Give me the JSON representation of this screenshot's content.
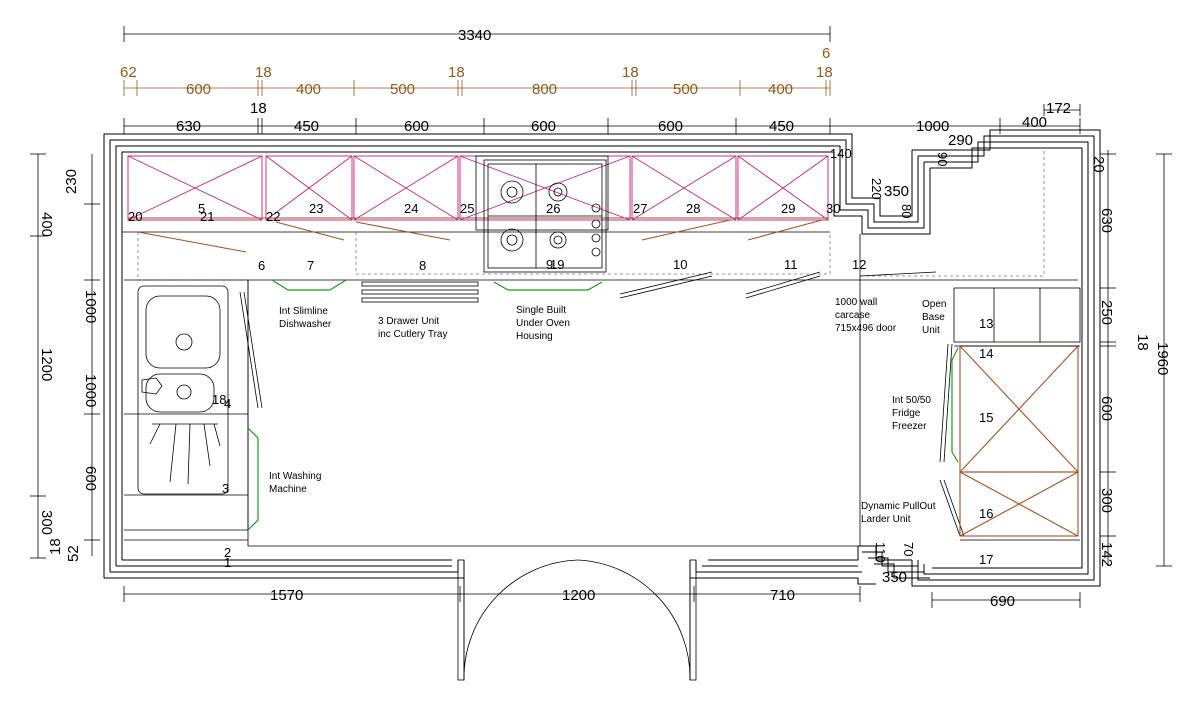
{
  "dimensions": {
    "top_overall": "3340",
    "top_small": "6",
    "cabinet_row": [
      "62",
      "600",
      "18",
      "400",
      "500",
      "18",
      "800",
      "18",
      "500",
      "400",
      "18"
    ],
    "top_18": "18",
    "top_row": [
      "630",
      "450",
      "600",
      "600",
      "600",
      "450",
      "1000"
    ],
    "top_right": [
      "172",
      "400",
      "290"
    ],
    "corner_small": [
      "140",
      "220",
      "350",
      "80",
      "90"
    ],
    "left_side": [
      "230",
      "400",
      "1000",
      "1200",
      "1000",
      "600",
      "300",
      "18",
      "52"
    ],
    "right_side": [
      "20",
      "630",
      "250",
      "18",
      "1960",
      "600",
      "300",
      "142"
    ],
    "bottom": [
      "1570",
      "1200",
      "710",
      "350",
      "690"
    ],
    "bottom_small": [
      "110",
      "70"
    ]
  },
  "unit_numbers": [
    "1",
    "2",
    "3",
    "4",
    "5",
    "6",
    "7",
    "8",
    "9",
    "10",
    "11",
    "12",
    "13",
    "14",
    "15",
    "16",
    "17",
    "18",
    "19",
    "20",
    "21",
    "22",
    "23",
    "24",
    "25",
    "26",
    "27",
    "28",
    "29",
    "30"
  ],
  "labels": {
    "dishwasher": [
      "Int Slimline",
      "Dishwasher"
    ],
    "drawer": [
      "3 Drawer Unit",
      "inc Cutlery  Tray"
    ],
    "oven": [
      "Single Built",
      "Under Oven",
      "Housing"
    ],
    "wall_carcase": [
      "1000 wall",
      "carcase",
      "715x496 door"
    ],
    "open_base": [
      "Open",
      "Base",
      "Unit"
    ],
    "washing": [
      "Int Washing",
      "Machine"
    ],
    "fridge": [
      "Int 50/50",
      "Fridge",
      "Freezer"
    ],
    "larder": [
      "Dynamic  PullOut",
      "Larder Unit"
    ]
  }
}
